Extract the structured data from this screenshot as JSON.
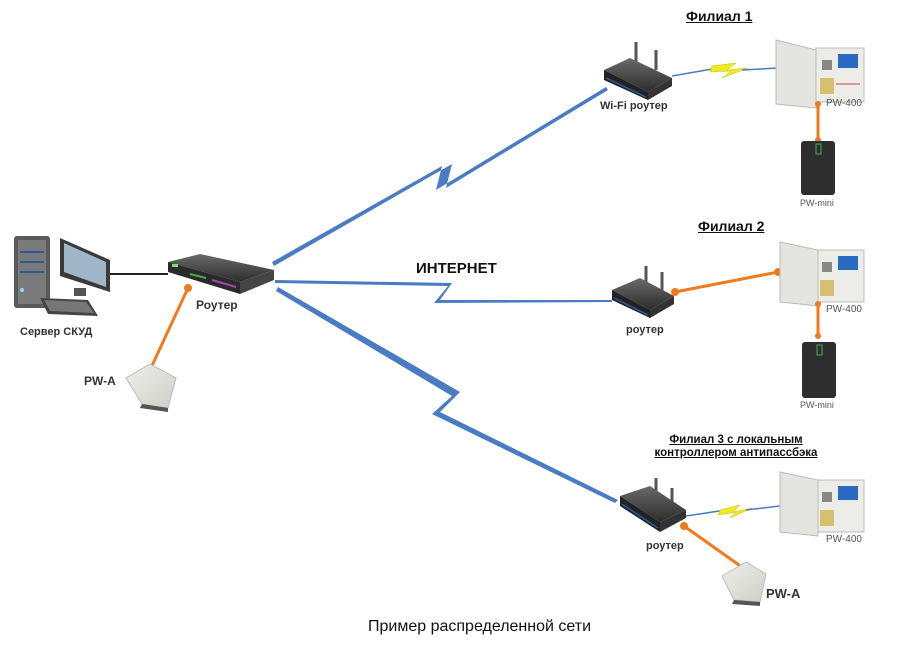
{
  "diagram": {
    "caption": "Пример распределенной сети",
    "internet_label": "ИНТЕРНЕТ",
    "colors": {
      "wan_link": "#4a7cc4",
      "wired_link": "#f07a1e",
      "wireless_bolt": "#f0ea20",
      "cable_black": "#222222"
    },
    "headquarters": {
      "server_label": "Сервер СКУД",
      "router_label": "Роутер",
      "reader_label": "PW-A"
    },
    "branches": [
      {
        "title": "Филиал 1",
        "router_label": "Wi-Fi роутер",
        "controller_label": "PW-400",
        "reader_label": "PW-mini",
        "router_to_controller": "wireless"
      },
      {
        "title": "Филиал 2",
        "router_label": "роутер",
        "controller_label": "PW-400",
        "reader_label": "PW-mini",
        "router_to_controller": "wired"
      },
      {
        "title_line1": "Филиал 3 с локальным",
        "title_line2": "контроллером антипассбэка",
        "router_label": "роутер",
        "controller_label": "PW-400",
        "reader_label": "PW-A",
        "router_to_controller": "wireless"
      }
    ]
  }
}
